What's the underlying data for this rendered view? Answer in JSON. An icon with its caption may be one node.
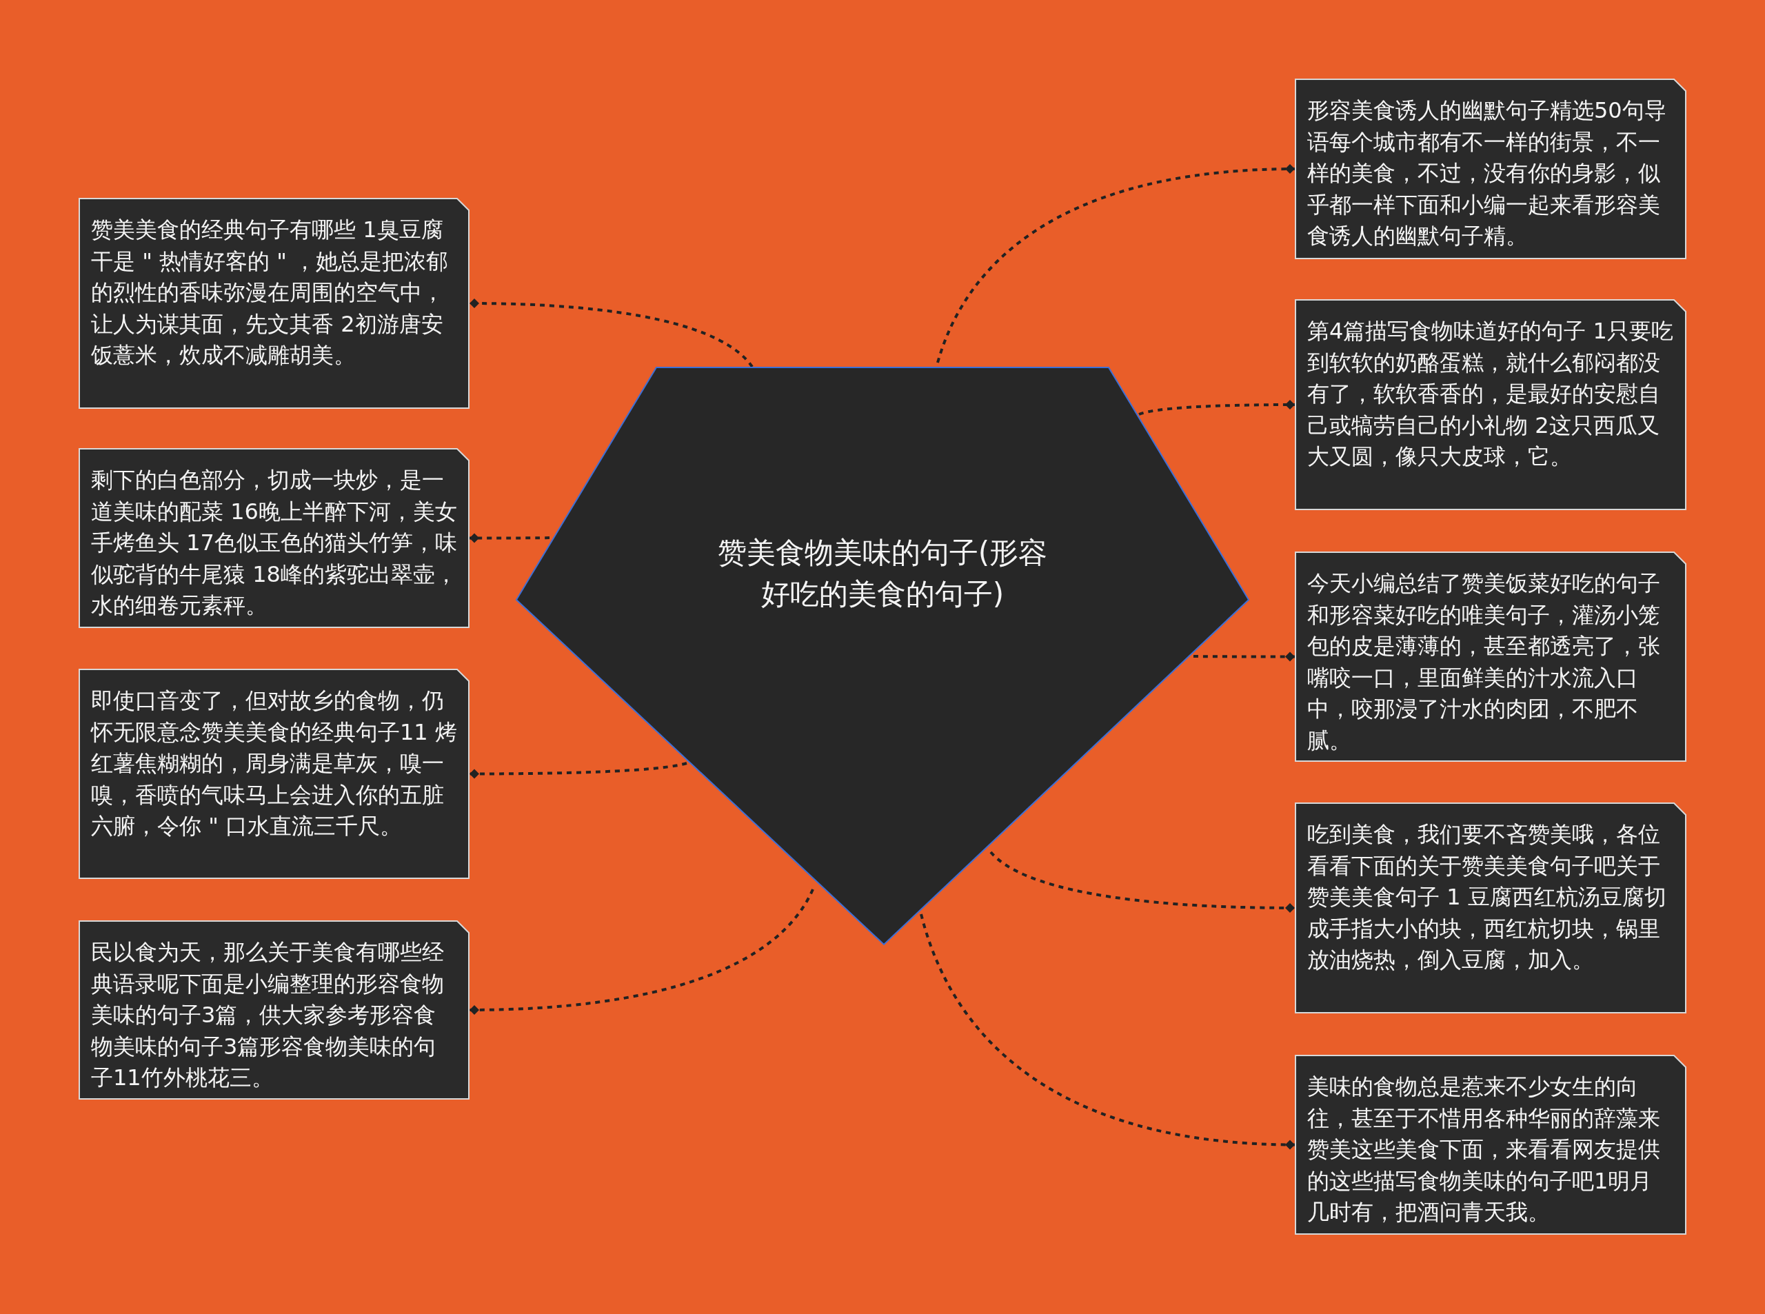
{
  "diagram": {
    "nodes": [
      {
        "text": [
          "赞美食物美味的句子(形容好吃的美食的句子)"
        ]
      },
      {
        "text": [
          "赞美美食的经典句子有哪些 1臭豆腐干是 \" 热情好客的 \" ，她总是把浓郁的烈性的香味弥漫在周围的空气中，让人为谋其面，先文其香 2初游唐安饭薏米，炊成不减雕胡美。"
        ]
      },
      {
        "text": [
          "剩下的白色部分，切成一块炒，是一道美味的配菜 16晚上半醉下河，美女手烤鱼头 17色似玉色的猫头竹笋，味似驼背的牛尾猿 18峰的紫驼出翠壶，水的细卷元素秤。"
        ]
      },
      {
        "text": [
          "即使口音变了，但对故乡的食物，仍怀无限意念赞美美食的经典句子11 烤红薯焦糊糊的，周身满是草灰，嗅一嗅，香喷的气味马上会进入你的五脏六腑，令你 \" 口水直流三千尺。"
        ]
      },
      {
        "text": [
          "民以食为天，那么关于美食有哪些经典语录呢下面是小编整理的形容食物美味的句子3篇，供大家参考形容食物美味的句子3篇形容食物美味的句子11竹外桃花三。"
        ]
      },
      {
        "text": [
          "形容美食诱人的幽默句子精选50句导语每个城市都有不一样的街景，不一样的美食，不过，没有你的身影，似乎都一样下面和小编一起来看形容美食诱人的幽默句子精。"
        ]
      },
      {
        "text": [
          "第4篇描写食物味道好的句子 1只要吃到软软的奶酪蛋糕，就什么郁闷都没有了，软软香香的，是最好的安慰自己或犒劳自己的小礼物 2这只西瓜又大又圆，像只大皮球，它。"
        ]
      },
      {
        "text": [
          "今天小编总结了赞美饭菜好吃的句子和形容菜好吃的唯美句子，灌汤小笼包的皮是薄薄的，甚至都透亮了，张嘴咬一口，里面鲜美的汁水流入口中，咬那浸了汁水的肉团，不肥不腻。"
        ]
      },
      {
        "text": [
          "吃到美食，我们要不吝赞美哦，各位看看下面的关于赞美美食句子吧关于赞美美食句子 1 豆腐西红杭汤豆腐切成手指大小的块，西红杭切块，锅里放油烧热，倒入豆腐，加入。"
        ]
      },
      {
        "text": [
          "美味的食物总是惹来不少女生的向往，甚至于不惜用各种华丽的辞藻来赞美这些美食下面，来看看网友提供的这些描写食物美味的句子吧1明月几时有，把酒问青天我。"
        ]
      }
    ],
    "edges": [
      {
        "from": 0,
        "to": 1,
        "arrow": "other",
        "style": "dashed"
      },
      {
        "from": 0,
        "to": 2,
        "arrow": "other",
        "style": "dashed"
      },
      {
        "from": 0,
        "to": 3,
        "arrow": "other",
        "style": "dashed"
      },
      {
        "from": 0,
        "to": 4,
        "arrow": "other",
        "style": "dashed"
      },
      {
        "from": 0,
        "to": 5,
        "arrow": "other",
        "style": "dashed"
      },
      {
        "from": 0,
        "to": 6,
        "arrow": "other",
        "style": "dashed"
      },
      {
        "from": 0,
        "to": 7,
        "arrow": "other",
        "style": "dashed"
      },
      {
        "from": 0,
        "to": 8,
        "arrow": "other",
        "style": "dashed"
      },
      {
        "from": 0,
        "to": 9,
        "arrow": "other",
        "style": "dashed"
      }
    ]
  }
}
